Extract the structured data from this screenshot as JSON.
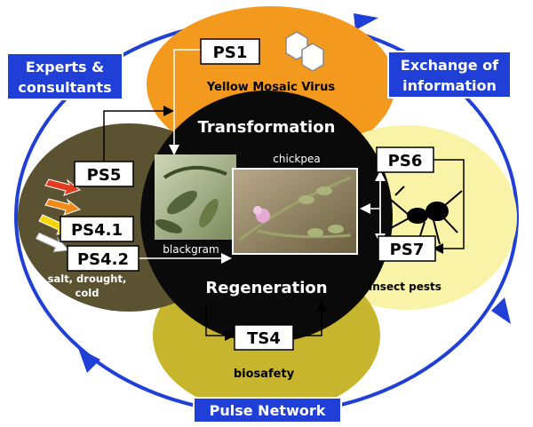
{
  "labels": {
    "experts_line1": "Experts &",
    "experts_line2": "consultants",
    "exchange_line1": "Exchange of",
    "exchange_line2": "information",
    "pulse_network": "Pulse Network",
    "ps1": "PS1",
    "yellow_mosaic": "Yellow Mosaic Virus",
    "transformation": "Transformation",
    "chickpea": "chickpea",
    "blackgram": "blackgram",
    "regeneration": "Regeneration",
    "ps5": "PS5",
    "ps41": "PS4.1",
    "ps42": "PS4.2",
    "stress_line1": "salt, drought,",
    "stress_line2": "cold",
    "ps6": "PS6",
    "ps7": "PS7",
    "insect_pests": "insect pests",
    "ts4": "TS4",
    "biosafety": "biosafety"
  },
  "colors": {
    "network_blue": "#1f3fd6",
    "orange": "#f39a1e",
    "olive_dark": "#5a5230",
    "pale_yellow": "#f8f3a6",
    "olive_yellow": "#c8b52e",
    "center_black": "#0a0a0a"
  },
  "icons": [
    "hexagon-icon",
    "insect-icon",
    "stress-arrow-icon"
  ]
}
